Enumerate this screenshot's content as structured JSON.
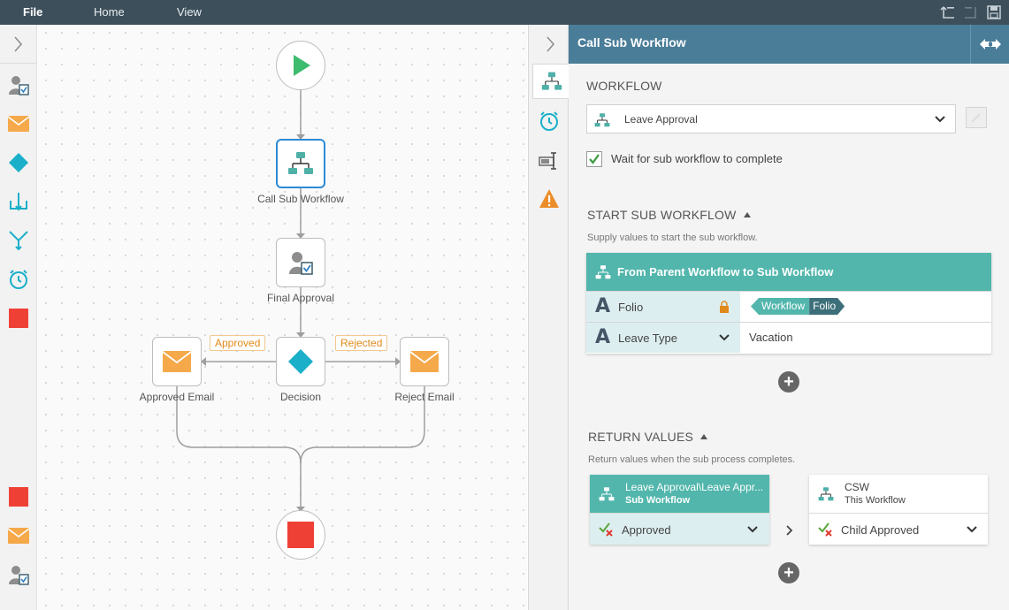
{
  "menu": {
    "file": "File",
    "home": "Home",
    "view": "View"
  },
  "toolbox": {
    "top_tools": [
      "task-approval-icon",
      "email-icon",
      "decision-icon",
      "split-icon",
      "merge-icon",
      "timer-icon",
      "stop-icon"
    ],
    "bottom_tools": [
      "stop-icon",
      "email-icon",
      "task-approval-icon"
    ]
  },
  "canvas": {
    "nodes": {
      "call_sub": "Call Sub Workflow",
      "final_approval": "Final Approval",
      "approved_email": "Approved Email",
      "decision": "Decision",
      "reject_email": "Reject Email"
    },
    "tags": {
      "approved": "Approved",
      "rejected": "Rejected"
    }
  },
  "panel": {
    "title": "Call Sub Workflow",
    "workflow_section": "WORKFLOW",
    "workflow_value": "Leave Approval",
    "wait_label": "Wait for sub workflow to complete",
    "wait_checked": true,
    "start_section": "START SUB WORKFLOW",
    "start_desc": "Supply values to start the sub workflow.",
    "mapping_title": "From Parent Workflow to Sub Workflow",
    "rows": [
      {
        "name": "Folio",
        "ref_a": "Workflow",
        "ref_b": "Folio"
      },
      {
        "name": "Leave Type",
        "value": "Vacation"
      }
    ],
    "return_section": "RETURN VALUES",
    "return_desc": "Return values when the sub process completes.",
    "return_left": {
      "title": "Leave Approval\\Leave Appr...",
      "subtitle": "Sub Workflow",
      "value": "Approved"
    },
    "return_right": {
      "title": "CSW",
      "subtitle": "This Workflow",
      "value": "Child Approved"
    }
  },
  "colors": {
    "topbar": "#3d4f5b",
    "header": "#4a7d98",
    "teal": "#52b6ac",
    "selected": "#2b8bd6",
    "orange": "#e08a1b",
    "stop": "#ef4036",
    "start": "#3dbb6e"
  }
}
